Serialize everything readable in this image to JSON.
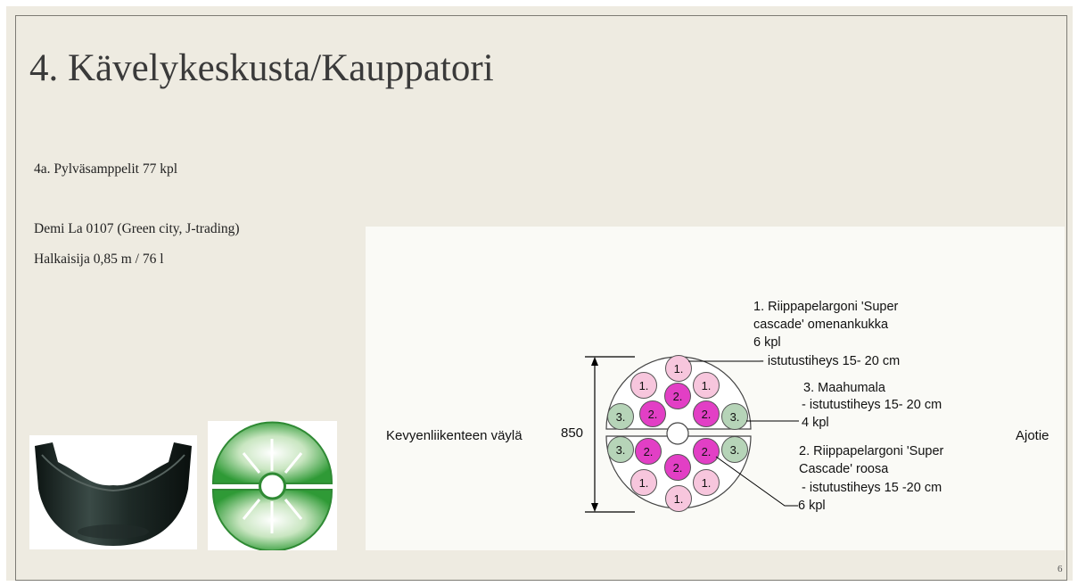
{
  "slide": {
    "title": "4. Kävelykeskusta/Kauppatori",
    "subtitle": "4a. Pylväsamppelit 77 kpl",
    "product": "Demi La 0107 (Green city, J-trading)",
    "diameter": "Halkaisija 0,85 m  / 76 l",
    "page_number": "6"
  },
  "diagram": {
    "left_label": "Kevyenliikenteen väylä",
    "right_label": "Ajotie",
    "dimension": "850",
    "plant1": {
      "lines": [
        "1. Riippapelargoni 'Super",
        "cascade' omenankukka",
        "6 kpl",
        "- istutustiheys 15- 20 cm"
      ],
      "marker": "1.",
      "color": "#f7c6dd"
    },
    "plant2": {
      "lines": [
        "2. Riippapelargoni 'Super",
        "Cascade' roosa",
        "- istutustiheys 15 -20 cm",
        "6 kpl"
      ],
      "marker": "2.",
      "color": "#e23fc5"
    },
    "plant3": {
      "lines": [
        "3. Maahumala",
        "- istutustiheys 15- 20 cm",
        "4 kpl"
      ],
      "marker": "3.",
      "color": "#b6d4b8"
    }
  }
}
